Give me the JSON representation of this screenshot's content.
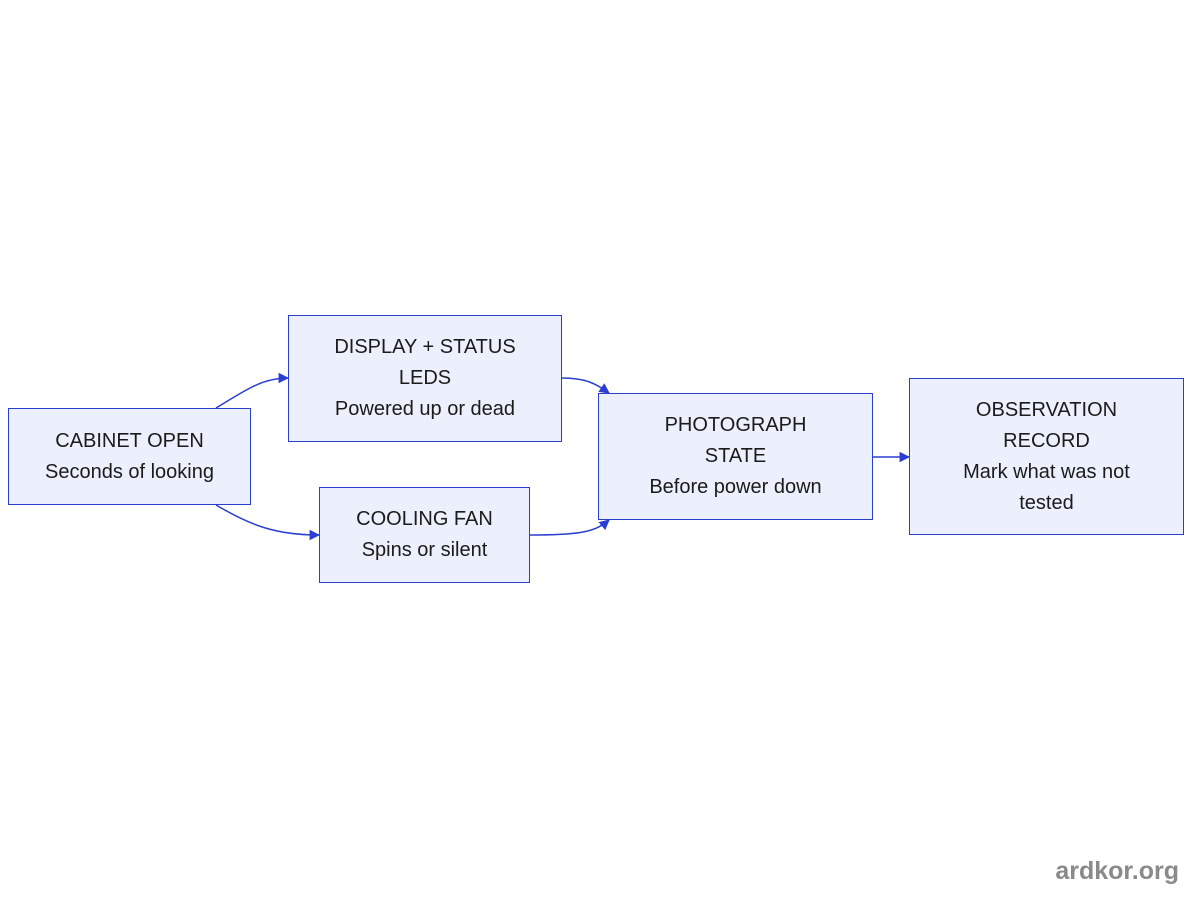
{
  "diagram": {
    "nodes": {
      "cabinet": {
        "line1": "CABINET OPEN",
        "line2": "Seconds of looking"
      },
      "display": {
        "line1": "DISPLAY + STATUS",
        "line2": "LEDS",
        "line3": "Powered up or dead"
      },
      "fan": {
        "line1": "COOLING FAN",
        "line2": "Spins or silent"
      },
      "photo": {
        "line1": "PHOTOGRAPH",
        "line2": "STATE",
        "line3": "Before power down"
      },
      "observation": {
        "line1": "OBSERVATION",
        "line2": "RECORD",
        "line3": "Mark what was not",
        "line4": "tested"
      }
    },
    "edges": [
      {
        "from": "cabinet",
        "to": "display"
      },
      {
        "from": "cabinet",
        "to": "fan"
      },
      {
        "from": "display",
        "to": "photo"
      },
      {
        "from": "fan",
        "to": "photo"
      },
      {
        "from": "photo",
        "to": "observation"
      }
    ],
    "colors": {
      "node_fill": "#eceffc",
      "node_border": "#2a3fd1",
      "edge": "#2a3fd1",
      "text": "#1b1b1b"
    }
  },
  "watermark": "ardkor.org"
}
